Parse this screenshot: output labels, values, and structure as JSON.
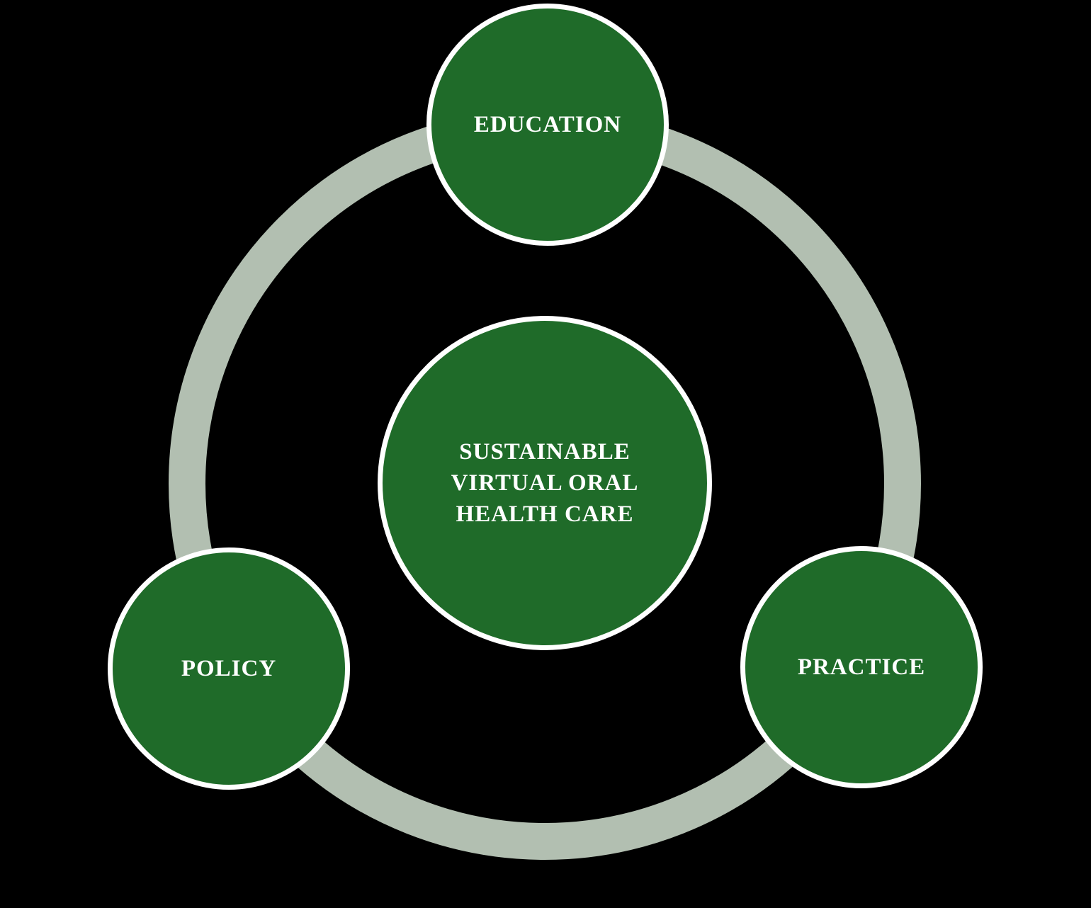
{
  "diagram": {
    "type": "cycle-hub-diagram",
    "background_color": "#000000",
    "colors": {
      "node_fill": "#1f6b29",
      "node_border": "#ffffff",
      "ring": "#b2bfb1",
      "label_text": "#ffffff"
    },
    "center": {
      "label": "SUSTAINABLE VIRTUAL ORAL HEALTH CARE",
      "lines": [
        "SUSTAINABLE",
        "VIRTUAL ORAL",
        "HEALTH CARE"
      ]
    },
    "nodes": [
      {
        "id": "education",
        "label": "EDUCATION",
        "position": "top"
      },
      {
        "id": "policy",
        "label": "POLICY",
        "position": "bottom-left"
      },
      {
        "id": "practice",
        "label": "PRACTICE",
        "position": "bottom-right"
      }
    ]
  }
}
